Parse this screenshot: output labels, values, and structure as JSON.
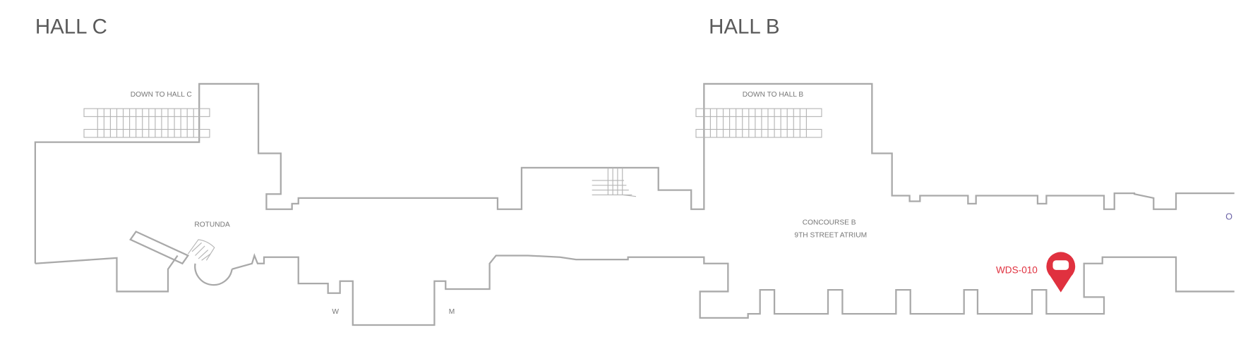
{
  "halls": {
    "left": "HALL C",
    "right": "HALL B"
  },
  "labels": {
    "down_hall_c": "DOWN TO HALL C",
    "down_hall_b": "DOWN TO HALL B",
    "rotunda": "ROTUNDA",
    "concourse_line1": "CONCOURSE B",
    "concourse_line2": "9TH STREET ATRIUM",
    "restroom_w": "W",
    "restroom_m": "M",
    "edge_text": "O"
  },
  "marker": {
    "label": "WDS-010",
    "icon": "map-pin-icon",
    "color": "#e0313f"
  },
  "colors": {
    "wall": "#a9a9a9",
    "text": "#777777"
  }
}
